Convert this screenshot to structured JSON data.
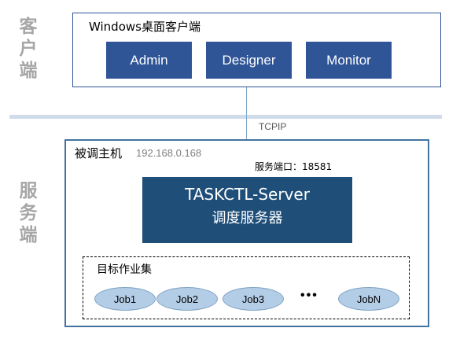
{
  "side_labels": {
    "client": [
      "客",
      "户",
      "端"
    ],
    "server": [
      "服",
      "务",
      "端"
    ]
  },
  "client": {
    "title": "Windows桌面客户端",
    "buttons": [
      "Admin",
      "Designer",
      "Monitor"
    ]
  },
  "connection": {
    "label": "TCPIP"
  },
  "server": {
    "host_label": "被调主机",
    "host_ip": "192.168.0.168",
    "port_label": "服务端口：18581",
    "core_name": "TASKCTL-Server",
    "core_sub": "调度服务器",
    "jobset": {
      "title": "目标作业集",
      "jobs": [
        "Job1",
        "Job2",
        "Job3",
        "JobN"
      ],
      "ellipsis": "•••"
    }
  },
  "colors": {
    "button": "#2f5597",
    "server_core": "#1f4e79",
    "job_fill": "#b4cde6",
    "side_label": "#a6a6a6"
  }
}
